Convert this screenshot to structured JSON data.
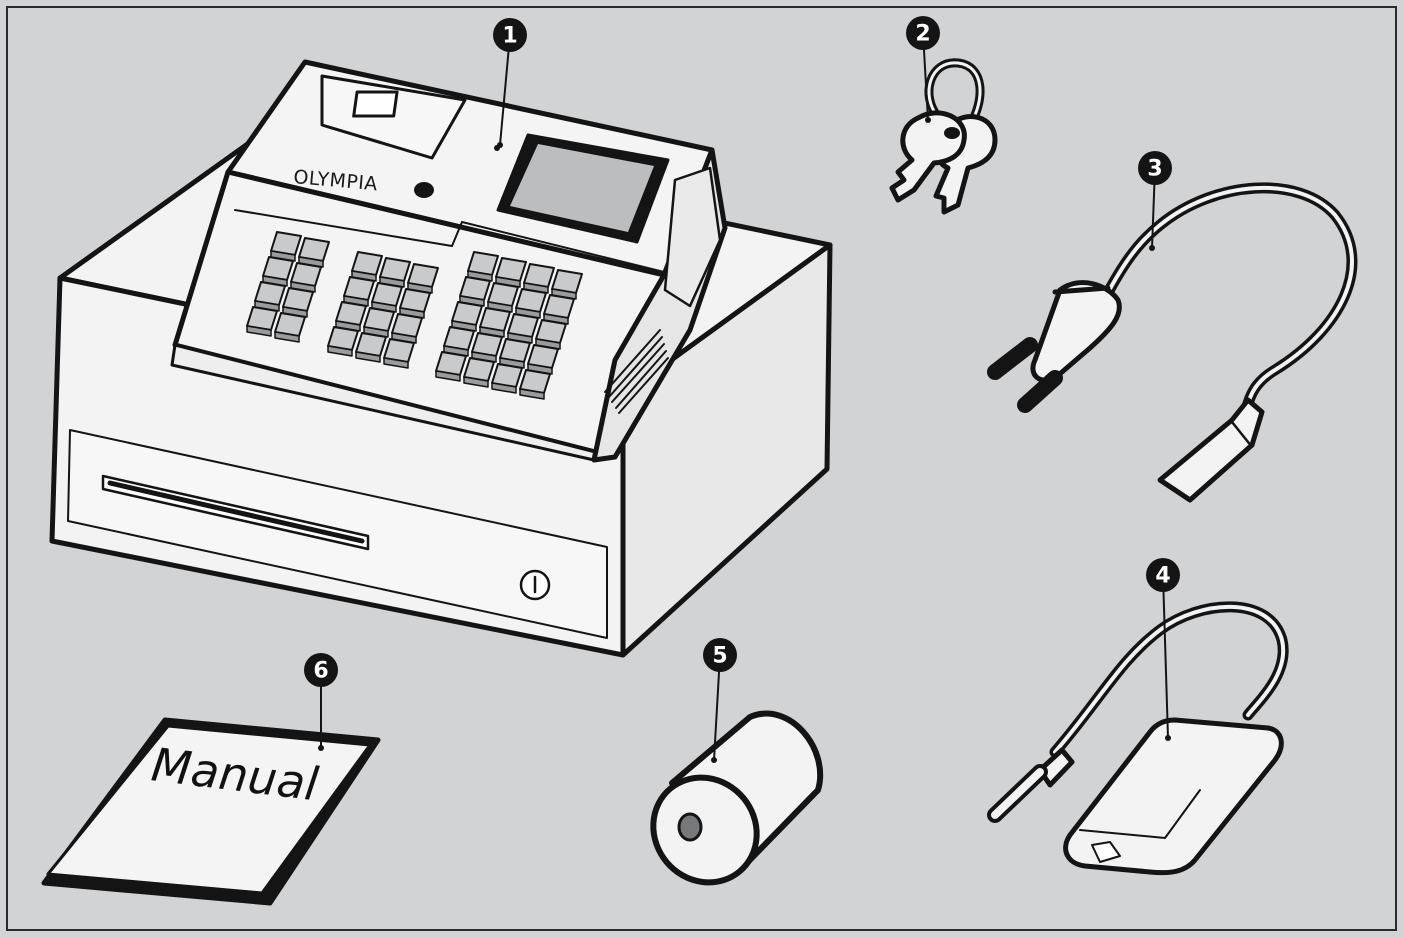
{
  "figure": {
    "background": "#d2d3d5",
    "ink": "#141414",
    "part_fill": "#f2f2f2"
  },
  "brand": {
    "text": "OLYMPIA"
  },
  "manual": {
    "title": "Manual"
  },
  "callouts": [
    {
      "id": "register",
      "number": "1"
    },
    {
      "id": "keys",
      "number": "2"
    },
    {
      "id": "power-cord",
      "number": "3"
    },
    {
      "id": "adapter",
      "number": "4"
    },
    {
      "id": "paper-roll",
      "number": "5"
    },
    {
      "id": "manual",
      "number": "6"
    }
  ],
  "icons": [
    "register-icon",
    "keys-icon",
    "power-cord-icon",
    "adapter-icon",
    "paper-roll-icon",
    "manual-icon"
  ]
}
